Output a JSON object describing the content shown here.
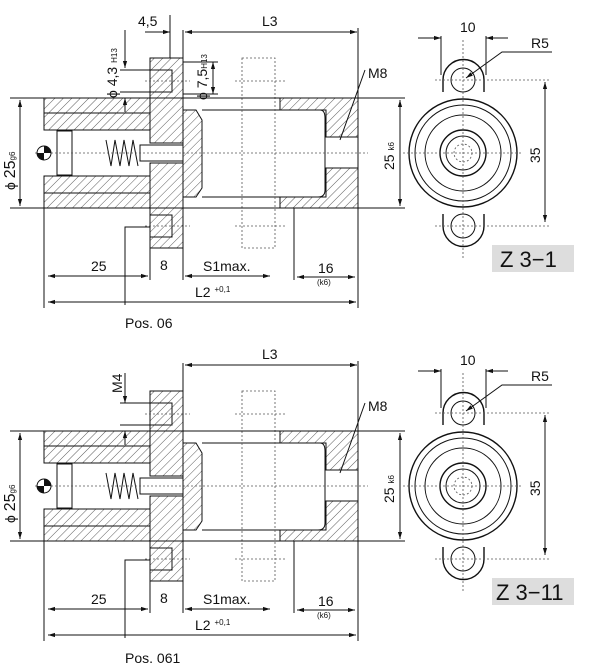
{
  "drawings": [
    {
      "dims": {
        "d1": "4,5",
        "d2": "4,3",
        "d2_tol": "H13",
        "d3": "7,5",
        "d3_tol": "H13",
        "l3": "L3",
        "m8": "M8",
        "dia25": "25",
        "dia25_tol": "g6",
        "d25": "25",
        "d25_tol": "k6",
        "d25_len": "25",
        "d8": "8",
        "s1": "S1max.",
        "d16": "16",
        "d16_tol": "(k6)",
        "l2": "L2",
        "l2_tol": "+0,1",
        "pos": "Pos. 06",
        "phi": "ϕ"
      },
      "side": {
        "w10": "10",
        "r5": "R5",
        "h35": "35"
      },
      "model": "Z 3−1"
    },
    {
      "dims": {
        "m4": "M4",
        "l3": "L3",
        "m8": "M8",
        "dia25": "25",
        "dia25_tol": "g6",
        "d25": "25",
        "d25_tol": "k6",
        "d25_len": "25",
        "d8": "8",
        "s1": "S1max.",
        "d16": "16",
        "d16_tol": "(k6)",
        "l2": "L2",
        "l2_tol": "+0,1",
        "pos": "Pos. 061",
        "phi": "ϕ"
      },
      "side": {
        "w10": "10",
        "r5": "R5",
        "h35": "35"
      },
      "model": "Z 3−11"
    }
  ]
}
